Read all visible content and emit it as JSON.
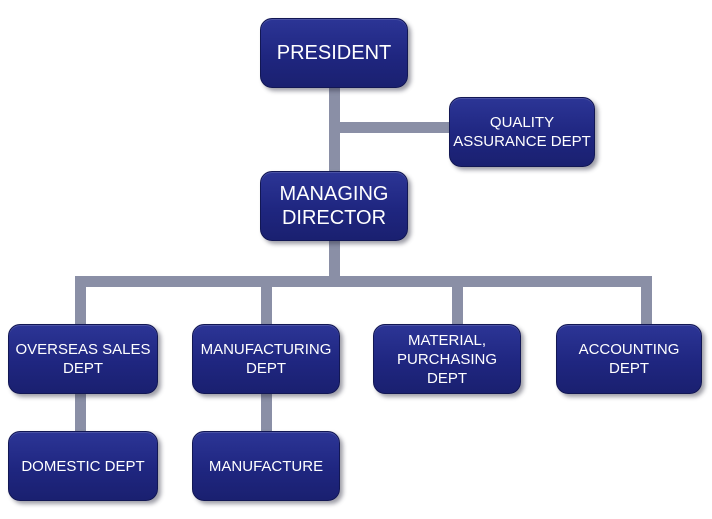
{
  "org_chart": {
    "president": "PRESIDENT",
    "quality_assurance": "QUALITY\nASSURANCE DEPT",
    "managing_director": "MANAGING\nDIRECTOR",
    "overseas_sales": "OVERSEAS SALES\nDEPT",
    "manufacturing": "MANUFACTURING\nDEPT",
    "material_purchasing": "MATERIAL,\nPURCHASING\nDEPT",
    "accounting": "ACCOUNTING\nDEPT",
    "domestic": "DOMESTIC DEPT",
    "manufacture": "MANUFACTURE"
  },
  "colors": {
    "box_fill": "#1f2680",
    "connector": "#8a8fa6",
    "text": "#ffffff"
  }
}
